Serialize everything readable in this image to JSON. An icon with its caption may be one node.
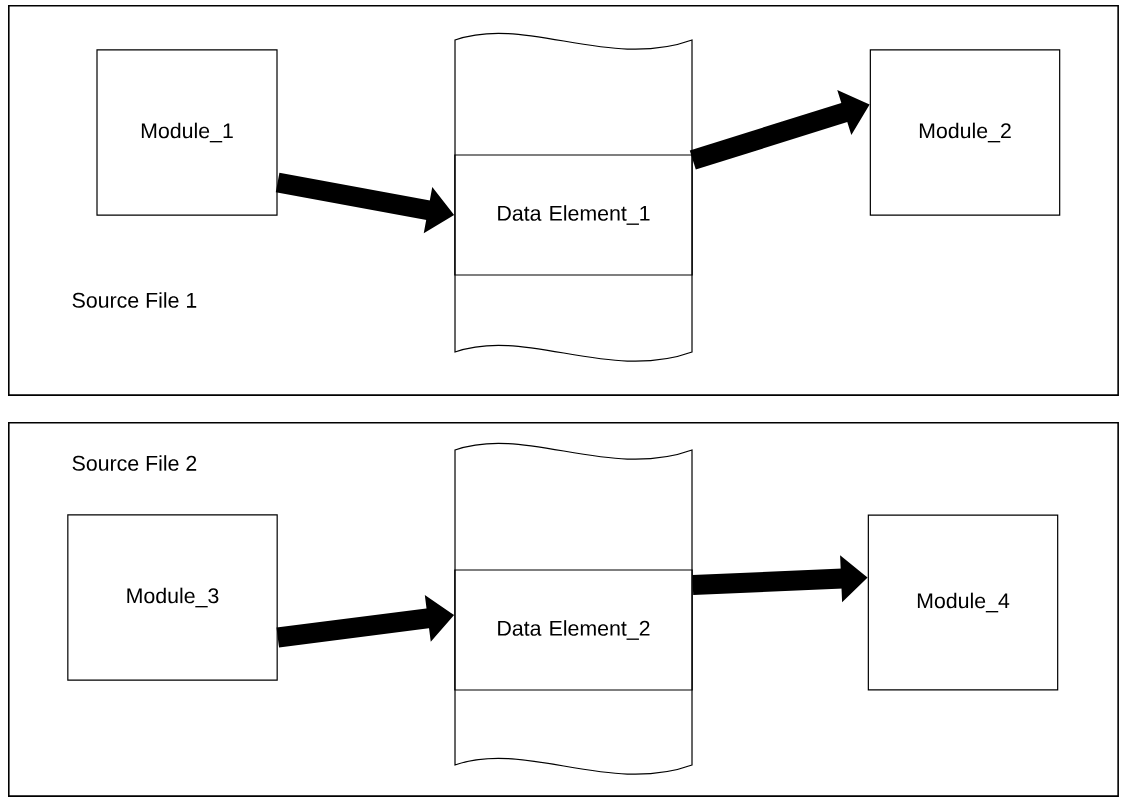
{
  "diagram": {
    "nodes": [
      {
        "text": [
          "Source File 1"
        ]
      },
      {
        "text": [
          "Module_1"
        ],
        "in": 0
      },
      {
        "text": [
          "Data Element_1"
        ],
        "in": 0
      },
      {
        "text": [
          "Module_2"
        ],
        "in": 0
      },
      {
        "text": [
          "Source File 2"
        ]
      },
      {
        "text": [
          "Module_3"
        ],
        "in": 4
      },
      {
        "text": [
          "Data Element_2"
        ],
        "in": 4
      },
      {
        "text": [
          "Module_4"
        ],
        "in": 4
      }
    ],
    "edges": [
      {
        "from": 1,
        "to": 2,
        "arrow": "to"
      },
      {
        "from": 2,
        "to": 3,
        "arrow": "to"
      },
      {
        "from": 5,
        "to": 6,
        "arrow": "to"
      },
      {
        "from": 6,
        "to": 7,
        "arrow": "to"
      }
    ]
  }
}
